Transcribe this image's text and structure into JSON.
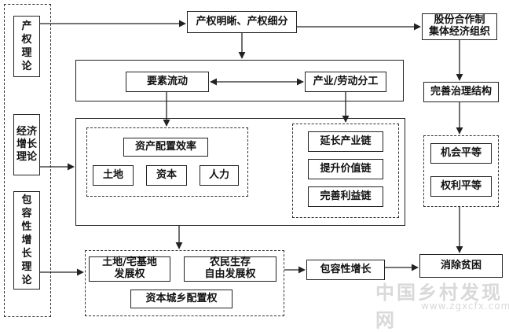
{
  "theory": {
    "property_rights": "产权理论",
    "economic_growth": "经济增长理论",
    "inclusive_growth": "包容性增长理论"
  },
  "top": {
    "property": "产权明晰、产权细分",
    "joint_stock_line1": "股份合作制",
    "joint_stock_line2": "集体经济组织"
  },
  "flow": {
    "factor_flow": "要素流动",
    "division": "产业/劳动分工"
  },
  "governance": "完善治理结构",
  "allocation": {
    "title": "资产配置效率",
    "land": "土地",
    "capital": "资本",
    "labor": "人力"
  },
  "chain": {
    "extend": "延长产业链",
    "value": "提升价值链",
    "benefit": "完善利益链"
  },
  "equality": {
    "opportunity": "机会平等",
    "rights": "权利平等"
  },
  "bottom": {
    "land_rights_line1": "土地/宅基地",
    "land_rights_line2": "发展权",
    "farmer_line1": "农民生存",
    "farmer_line2": "自由发展权",
    "capital_allocation": "资本城乡配置权"
  },
  "inclusive": "包容性增长",
  "poverty": "消除贫困",
  "watermark": {
    "text": "中国乡村发现网",
    "url": "www.zgxcfx.com"
  }
}
